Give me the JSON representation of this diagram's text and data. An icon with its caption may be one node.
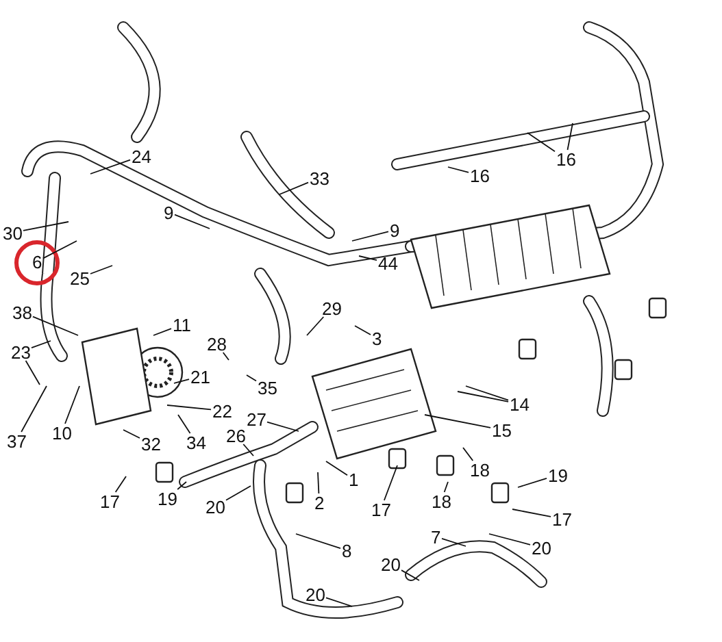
{
  "diagram": {
    "nodes": [
      {
        "text": [
          "16"
        ]
      },
      {
        "text": [
          "24"
        ]
      },
      {
        "text": [
          "33"
        ]
      },
      {
        "text": [
          "16"
        ]
      },
      {
        "text": [
          "9"
        ]
      },
      {
        "text": [
          "9"
        ]
      },
      {
        "text": [
          "44"
        ]
      },
      {
        "text": [
          "30"
        ]
      },
      {
        "text": [
          "6"
        ]
      },
      {
        "text": [
          "25"
        ]
      },
      {
        "text": [
          "11"
        ]
      },
      {
        "text": [
          "38"
        ]
      },
      {
        "text": [
          "29"
        ]
      },
      {
        "text": [
          "3"
        ]
      },
      {
        "text": [
          "23"
        ]
      },
      {
        "text": [
          "28"
        ]
      },
      {
        "text": [
          "21"
        ]
      },
      {
        "text": [
          "35"
        ]
      },
      {
        "text": [
          "22"
        ]
      },
      {
        "text": [
          "37"
        ]
      },
      {
        "text": [
          "10"
        ]
      },
      {
        "text": [
          "32"
        ]
      },
      {
        "text": [
          "34"
        ]
      },
      {
        "text": [
          "27"
        ]
      },
      {
        "text": [
          "26"
        ]
      },
      {
        "text": [
          "14"
        ]
      },
      {
        "text": [
          "15"
        ]
      },
      {
        "text": [
          "2"
        ]
      },
      {
        "text": [
          "1"
        ]
      },
      {
        "text": [
          "19"
        ]
      },
      {
        "text": [
          "17"
        ]
      },
      {
        "text": [
          "20"
        ]
      },
      {
        "text": [
          "17"
        ]
      },
      {
        "text": [
          "18"
        ]
      },
      {
        "text": [
          "18"
        ]
      },
      {
        "text": [
          "7"
        ]
      },
      {
        "text": [
          "19"
        ]
      },
      {
        "text": [
          "17"
        ]
      },
      {
        "text": [
          "8"
        ]
      },
      {
        "text": [
          "20"
        ]
      },
      {
        "text": [
          "20"
        ]
      },
      {
        "text": [
          "20"
        ]
      }
    ],
    "edges": [
      {
        "from": 0,
        "to": null,
        "arrow": "none"
      },
      {
        "from": 0,
        "to": null,
        "arrow": "none"
      },
      {
        "from": 1,
        "to": null,
        "arrow": "none"
      },
      {
        "from": 2,
        "to": null,
        "arrow": "none"
      },
      {
        "from": 3,
        "to": null,
        "arrow": "none"
      },
      {
        "from": 4,
        "to": null,
        "arrow": "none"
      },
      {
        "from": 5,
        "to": null,
        "arrow": "none"
      },
      {
        "from": 6,
        "to": null,
        "arrow": "none"
      },
      {
        "from": 7,
        "to": null,
        "arrow": "none"
      },
      {
        "from": 8,
        "to": null,
        "arrow": "none"
      },
      {
        "from": 9,
        "to": null,
        "arrow": "none"
      },
      {
        "from": 10,
        "to": null,
        "arrow": "none"
      },
      {
        "from": 11,
        "to": null,
        "arrow": "none"
      },
      {
        "from": 12,
        "to": null,
        "arrow": "none"
      },
      {
        "from": 13,
        "to": null,
        "arrow": "none"
      },
      {
        "from": 14,
        "to": null,
        "arrow": "none"
      },
      {
        "from": 14,
        "to": null,
        "arrow": "none"
      },
      {
        "from": 15,
        "to": null,
        "arrow": "none"
      },
      {
        "from": 16,
        "to": null,
        "arrow": "none"
      },
      {
        "from": 17,
        "to": null,
        "arrow": "none"
      },
      {
        "from": 18,
        "to": null,
        "arrow": "none"
      },
      {
        "from": 19,
        "to": null,
        "arrow": "none"
      },
      {
        "from": 20,
        "to": null,
        "arrow": "none"
      },
      {
        "from": 21,
        "to": null,
        "arrow": "none"
      },
      {
        "from": 22,
        "to": null,
        "arrow": "none"
      },
      {
        "from": 23,
        "to": null,
        "arrow": "none"
      },
      {
        "from": 24,
        "to": null,
        "arrow": "none"
      },
      {
        "from": 25,
        "to": null,
        "arrow": "none"
      },
      {
        "from": 25,
        "to": null,
        "arrow": "none"
      },
      {
        "from": 26,
        "to": null,
        "arrow": "none"
      },
      {
        "from": 27,
        "to": null,
        "arrow": "none"
      },
      {
        "from": 28,
        "to": null,
        "arrow": "none"
      },
      {
        "from": 29,
        "to": null,
        "arrow": "none"
      },
      {
        "from": 30,
        "to": null,
        "arrow": "none"
      },
      {
        "from": 31,
        "to": null,
        "arrow": "none"
      },
      {
        "from": 32,
        "to": null,
        "arrow": "none"
      },
      {
        "from": 33,
        "to": null,
        "arrow": "none"
      },
      {
        "from": 34,
        "to": null,
        "arrow": "none"
      },
      {
        "from": 35,
        "to": null,
        "arrow": "none"
      },
      {
        "from": 36,
        "to": null,
        "arrow": "none"
      },
      {
        "from": 37,
        "to": null,
        "arrow": "none"
      },
      {
        "from": 38,
        "to": null,
        "arrow": "none"
      },
      {
        "from": 39,
        "to": null,
        "arrow": "none"
      },
      {
        "from": 40,
        "to": null,
        "arrow": "none"
      },
      {
        "from": 41,
        "to": null,
        "arrow": "none"
      }
    ]
  }
}
